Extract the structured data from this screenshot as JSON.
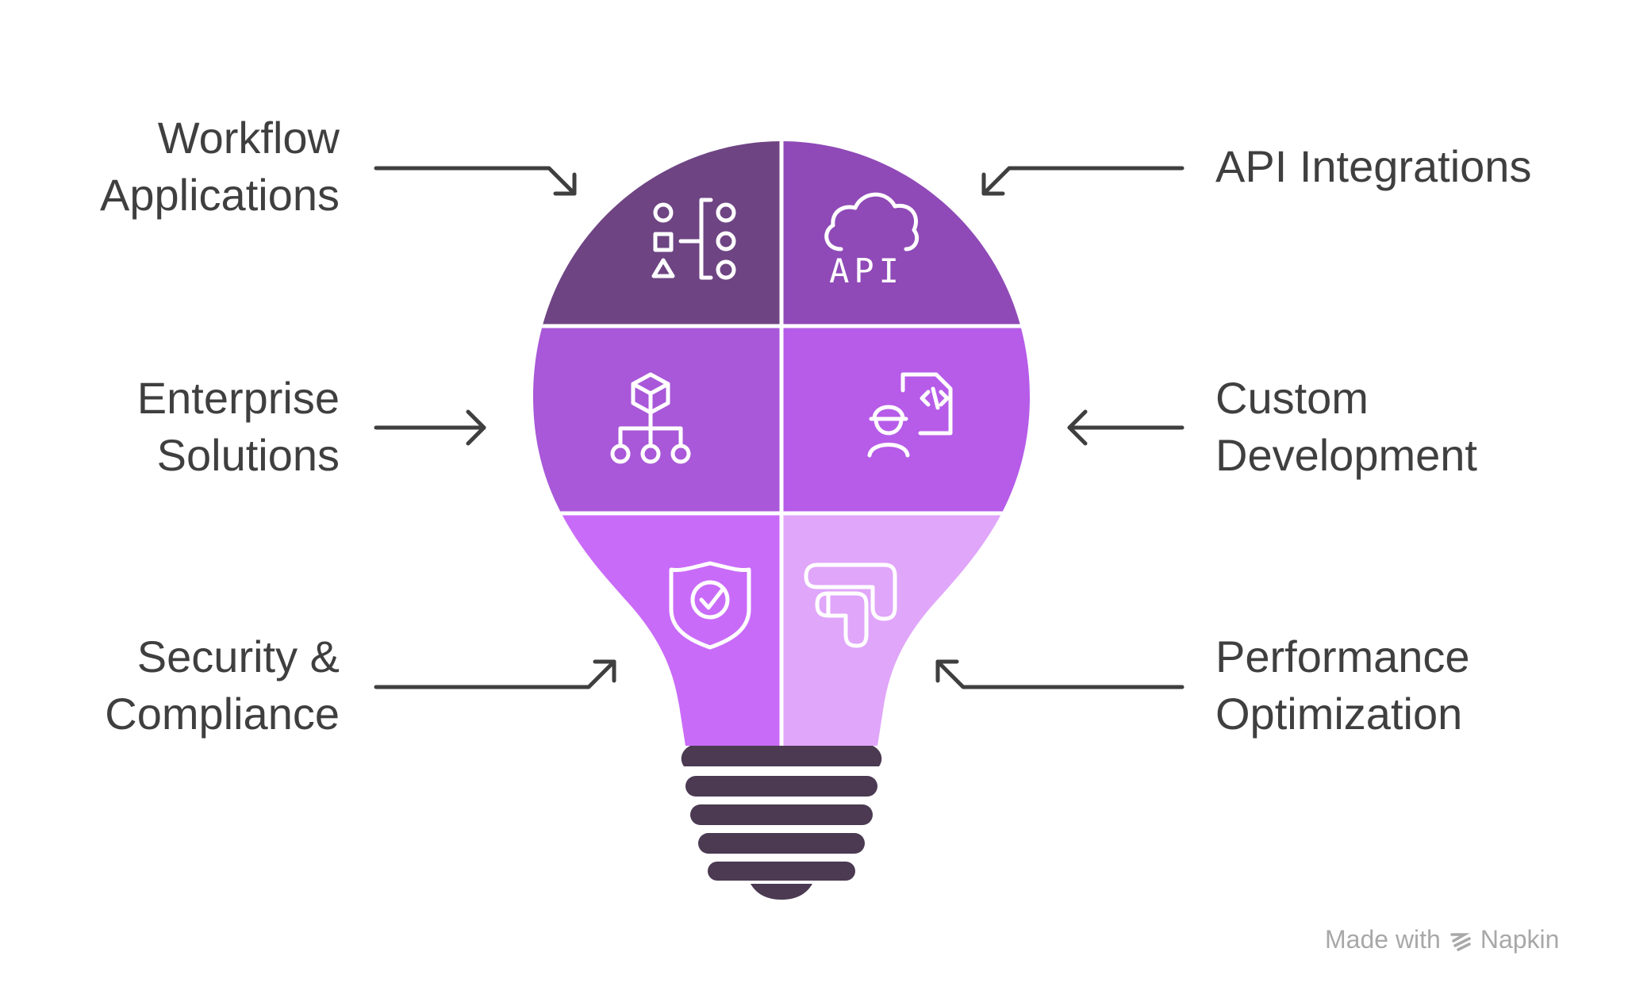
{
  "diagram": {
    "segments": [
      {
        "id": "workflow",
        "lines": [
          "Workflow",
          "Applications"
        ],
        "color": "#6E4483",
        "icon": "workflow-shapes-icon"
      },
      {
        "id": "api",
        "lines": [
          "API Integrations"
        ],
        "color": "#8F4AB7",
        "icon": "cloud-api-icon",
        "icon_text": "API"
      },
      {
        "id": "enterprise",
        "lines": [
          "Enterprise",
          "Solutions"
        ],
        "color": "#A858D8",
        "icon": "cube-hierarchy-icon"
      },
      {
        "id": "custom",
        "lines": [
          "Custom",
          "Development"
        ],
        "color": "#B65CE8",
        "icon": "developer-code-icon"
      },
      {
        "id": "security",
        "lines": [
          "Security &",
          "Compliance"
        ],
        "color": "#C96BF9",
        "icon": "shield-check-icon"
      },
      {
        "id": "performance",
        "lines": [
          "Performance",
          "Optimization"
        ],
        "color": "#E0A6FA",
        "icon": "route-arrow-icon"
      }
    ],
    "base_color": "#4B3A52",
    "label_color": "#3f3f3f",
    "arrow_color": "#3f3f3f"
  },
  "watermark": {
    "prefix": "Made with",
    "brand": "Napkin",
    "color": "#a8a8a8"
  }
}
